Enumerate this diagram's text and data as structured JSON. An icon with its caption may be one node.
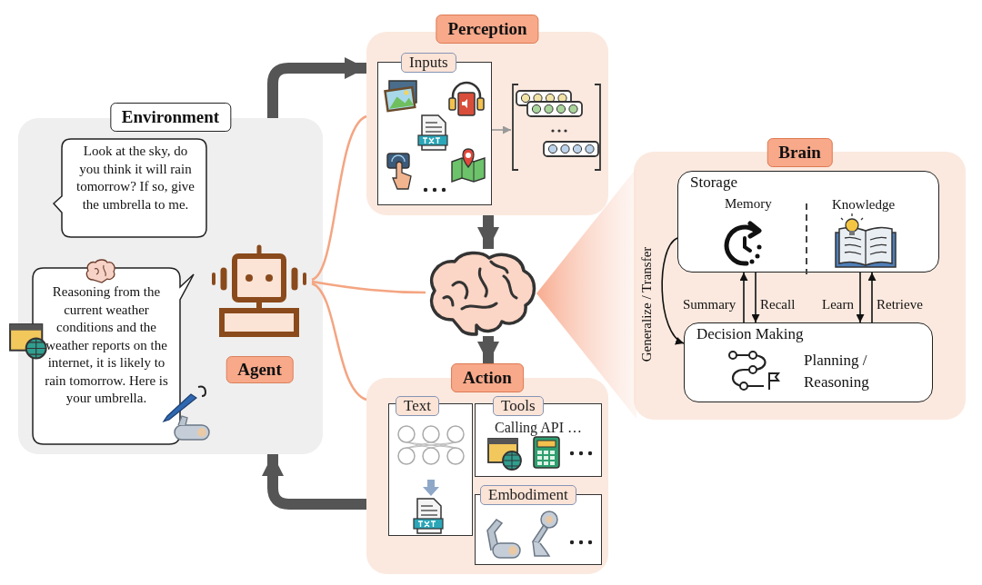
{
  "diagram": {
    "nodes": [
      {
        "text": [
          "Environment"
        ]
      },
      {
        "text": [
          "Look at the sky, do you think it will rain tomorrow? If so, give the umbrella to me."
        ],
        "in": 0
      },
      {
        "text": [
          "Reasoning from the current weather conditions and the weather reports on the internet, it is likely to rain tomorrow. Here is your umbrella."
        ],
        "in": 0
      },
      {
        "text": [
          "Agent"
        ],
        "in": 0
      },
      {
        "text": [
          "Perception"
        ]
      },
      {
        "text": [
          "Inputs"
        ],
        "in": 4
      },
      {
        "text": [],
        "shape": "picture",
        "in": 4
      },
      {
        "text": [],
        "shape": "picture"
      },
      {
        "text": [
          "Action"
        ]
      },
      {
        "text": [
          "Text"
        ],
        "in": 8
      },
      {
        "text": [
          "Tools",
          "Calling API …"
        ],
        "in": 8
      },
      {
        "text": [
          "Embodiment"
        ],
        "in": 8
      },
      {
        "text": [
          "Brain"
        ]
      },
      {
        "text": [
          "Storage"
        ],
        "in": 12
      },
      {
        "text": [
          "Decision Making",
          "Planning / Reasoning"
        ],
        "in": 12
      },
      {
        "text": [],
        "shape": "cone"
      }
    ],
    "edges": [
      {
        "from": 0,
        "to": 4,
        "arrow": "to",
        "style": "thick",
        "color": "#555555"
      },
      {
        "from": 4,
        "to": 7,
        "arrow": "to",
        "style": "thick",
        "color": "#555555"
      },
      {
        "from": 7,
        "to": 8,
        "arrow": "to",
        "style": "thick",
        "color": "#555555"
      },
      {
        "from": 8,
        "to": 0,
        "arrow": "to",
        "style": "thick",
        "color": "#555555"
      },
      {
        "from": 5,
        "to": 6,
        "arrow": "to",
        "color": "#999999"
      },
      {
        "from": 3,
        "to": 4,
        "arrow": "none",
        "color": "#f4a582"
      },
      {
        "from": 3,
        "to": 7,
        "arrow": "none",
        "color": "#f4a582"
      },
      {
        "from": 3,
        "to": 8,
        "arrow": "none",
        "color": "#f4a582"
      },
      {
        "from": 14,
        "to": 13,
        "arrow": "to",
        "label": "Summary"
      },
      {
        "from": 13,
        "to": 14,
        "arrow": "to",
        "label": "Recall"
      },
      {
        "from": 13,
        "to": 14,
        "arrow": "to",
        "label": "Learn"
      },
      {
        "from": 14,
        "to": 13,
        "arrow": "to",
        "label": "Retrieve"
      },
      {
        "from": 13,
        "to": 14,
        "arrow": "to",
        "label": "Generalize / Transfer"
      }
    ],
    "labels": [
      "Memory",
      "Knowledge"
    ]
  }
}
